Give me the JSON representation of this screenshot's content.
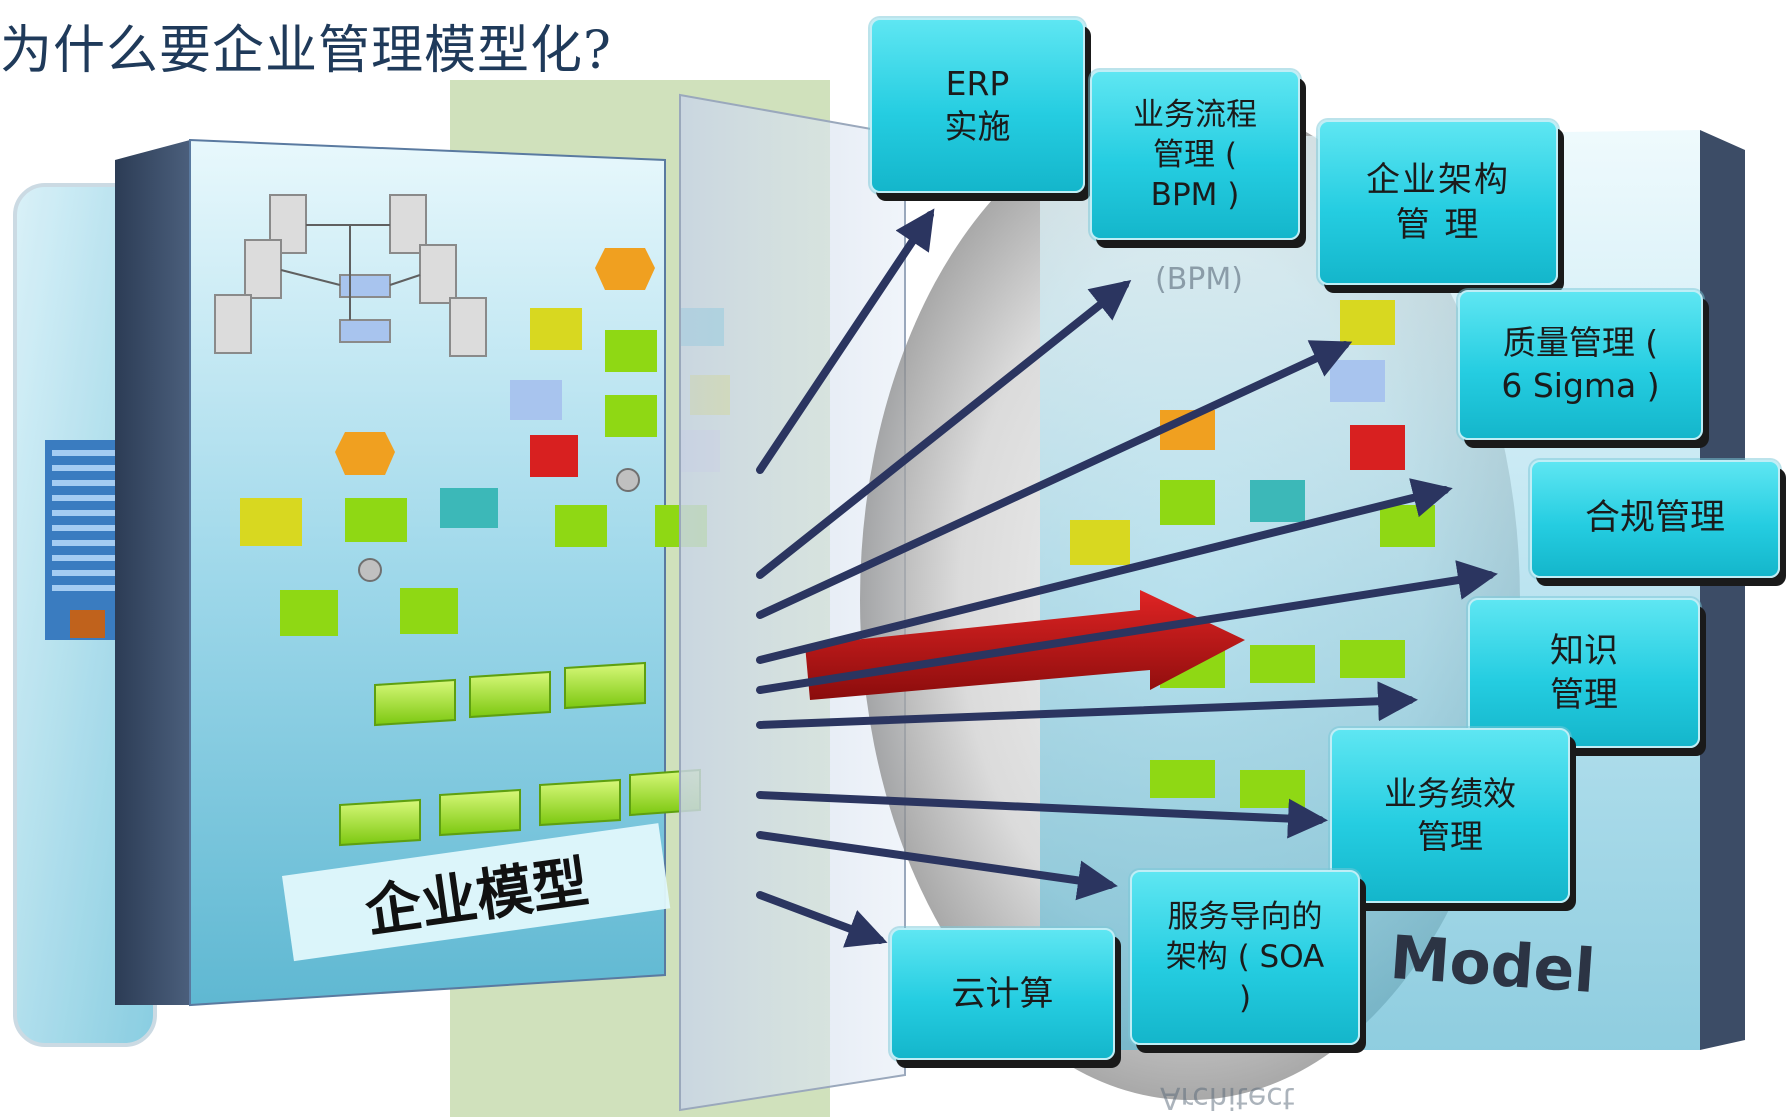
{
  "title": "为什么要企业管理模型化?",
  "model": {
    "label": "企业模型",
    "faint_texts": [
      "Model",
      "(BPM)",
      "Architect"
    ]
  },
  "targets": [
    {
      "id": "erp",
      "label": "ERP\n实施"
    },
    {
      "id": "bpm",
      "label": "业务流程\n管理 (\nBPM )"
    },
    {
      "id": "ea",
      "label": "企业架构\n管 理"
    },
    {
      "id": "quality",
      "label": "质量管理 (\n6 Sigma )"
    },
    {
      "id": "compliance",
      "label": "合规管理"
    },
    {
      "id": "knowledge",
      "label": "知识\n管理"
    },
    {
      "id": "performance",
      "label": "业务绩效\n管理"
    },
    {
      "id": "soa",
      "label": "服务导向的\n架构 ( SOA\n)"
    },
    {
      "id": "cloud",
      "label": "云计算"
    }
  ],
  "colors": {
    "box": "#25cde1",
    "arrow": "#2b3560",
    "red_arrow": "#c01818",
    "title": "#1f3a5a",
    "block_yellow": "#d8d820",
    "block_green": "#8fd814",
    "block_orange": "#f0a020",
    "block_red": "#d82020",
    "block_teal": "#3cb8b8",
    "block_grey": "#c8c8c8"
  }
}
